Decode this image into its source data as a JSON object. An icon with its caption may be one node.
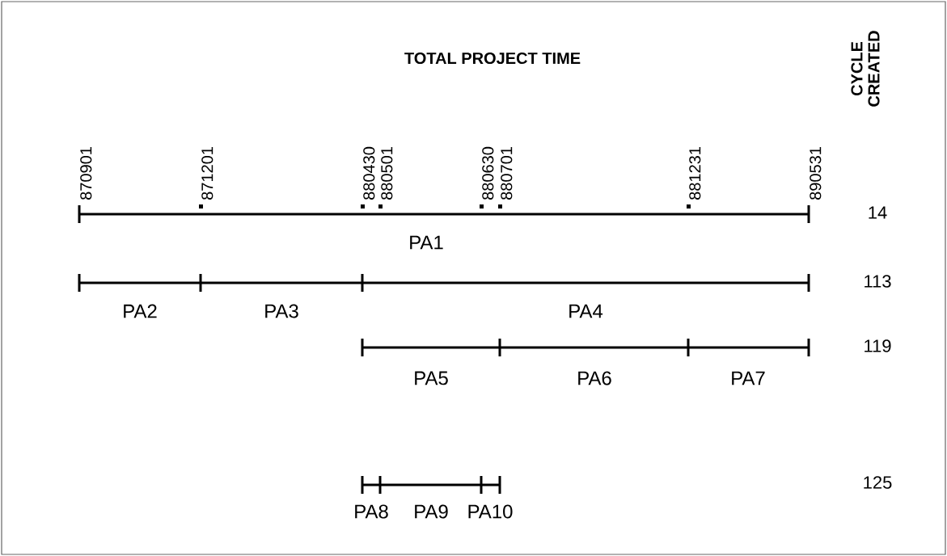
{
  "diagram": {
    "labels": [
      "TOTAL PROJECT TIME",
      "CYCLE CREATED",
      "870901",
      "871201",
      "880430",
      "880501",
      "880630",
      "880701",
      "881231",
      "890531",
      "14",
      "PA1",
      "113",
      "PA2",
      "PA3",
      "PA4",
      "119",
      "PA5",
      "PA6",
      "PA7",
      "125",
      "PA8",
      "PA9",
      "PA10"
    ]
  }
}
